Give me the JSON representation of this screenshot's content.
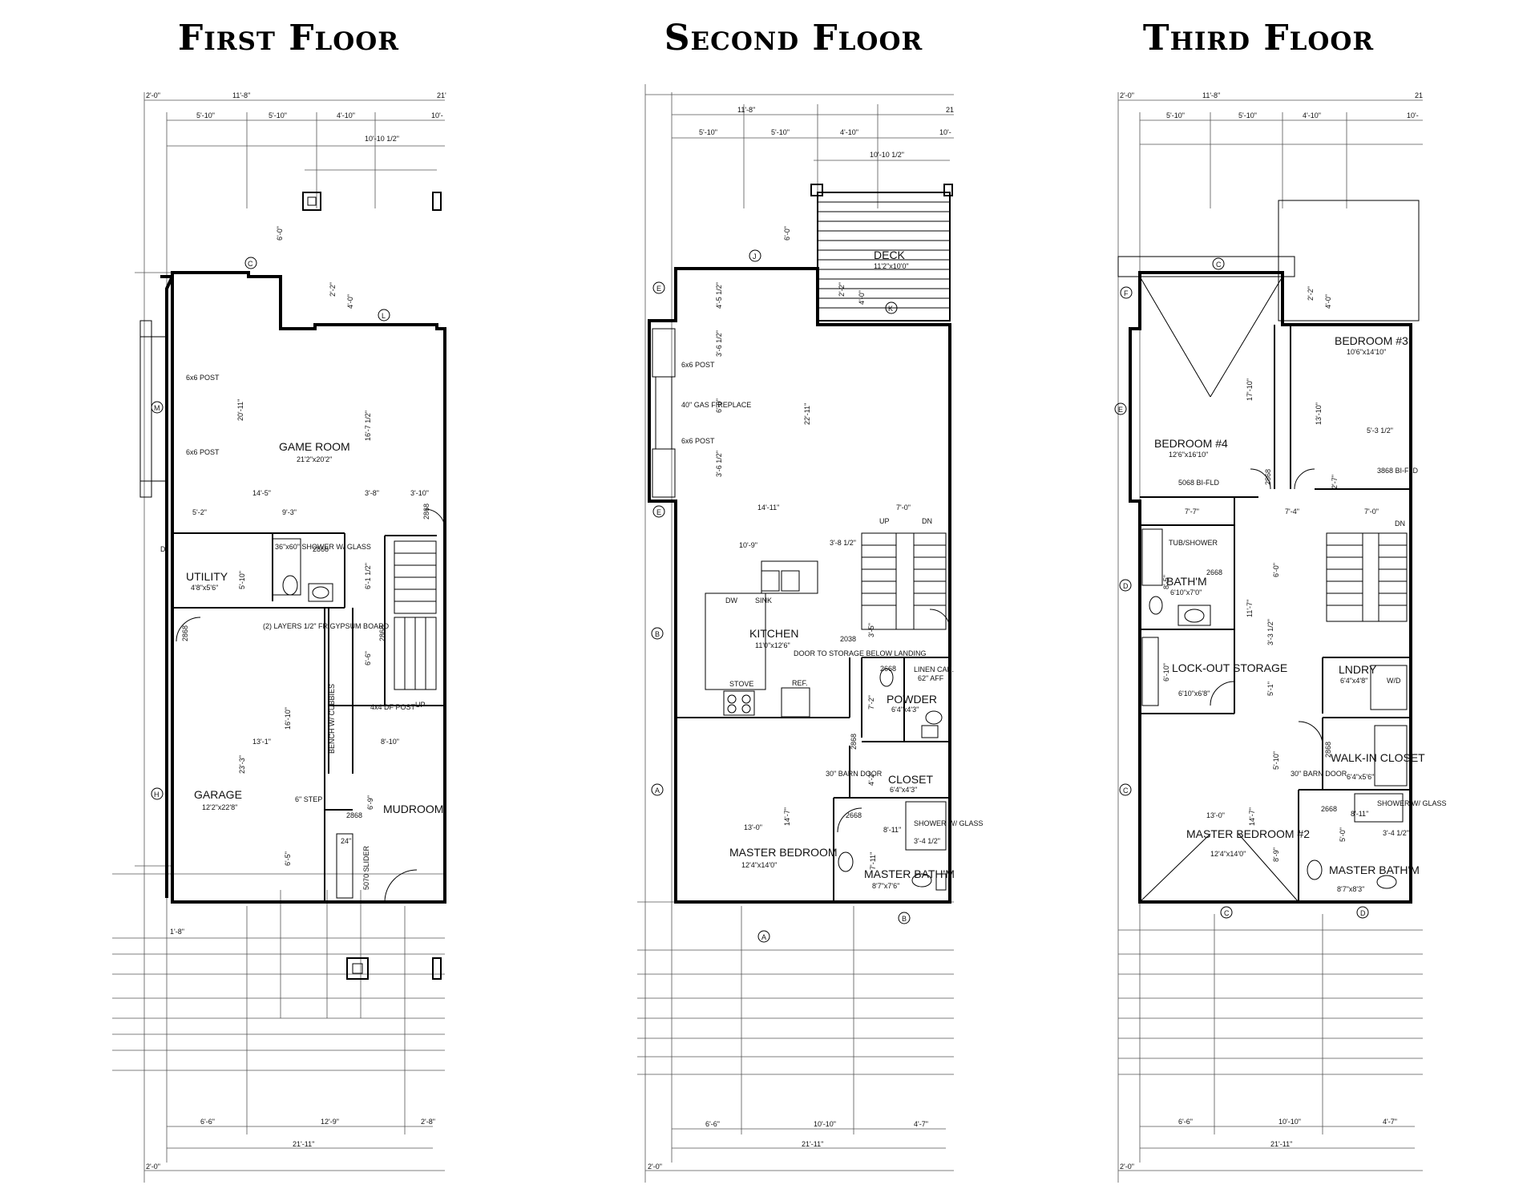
{
  "floors": [
    {
      "title": "First Floor",
      "rooms": [
        {
          "name": "GAME ROOM",
          "size": "21'2\"x20'2\""
        },
        {
          "name": "UTILITY",
          "size": "4'8\"x5'6\""
        },
        {
          "name": "GARAGE",
          "size": "12'2\"x22'8\""
        },
        {
          "name": "MUDROOM",
          "size": ""
        }
      ],
      "notes": [
        "6x6 POST",
        "6x6 POST",
        "(2) LAYERS 1/2\" FR GYPSUM BOARD",
        "6\" STEP",
        "4x4 DF POST",
        "UP",
        "BENCH W/ CUBBIES",
        "5070 SLIDER",
        "36\"x60\" SHOWER W/ GLASS",
        "2868",
        "2868",
        "2868",
        "2868",
        "2868",
        "24\""
      ],
      "dims": {
        "top_total": "21'",
        "top_a": "11'-8\"",
        "top_b": "5'-10\"",
        "top_c": "5'-10\"",
        "top_d": "4'-10\"",
        "top_e": "10'-",
        "top_f": "10'-10 1/2\"",
        "left": "2'-0\"",
        "porch": "6'-0\"",
        "bay_a": "2'-2\"",
        "bay_b": "4'-0\"",
        "game_h": "20'-11\"",
        "game_r": "16'-7 1/2\"",
        "mid_a": "14'-5\"",
        "mid_b": "3'-8\"",
        "mid_c": "3'-10\"",
        "mid_d": "5'-2\"",
        "mid_e": "9'-3\"",
        "util_w": "5'-10\"",
        "stair_a": "6'-1 1/2\"",
        "stair_b": "6'-6\"",
        "gar_h1": "16'-10\"",
        "gar_w": "13'-1\"",
        "mud_w": "8'-10\"",
        "gar_h2": "23'-3\"",
        "step": "6'-9\"",
        "gar_h3": "6'-5\"",
        "walk": "1'-8\"",
        "bot_a": "6'-6\"",
        "bot_b": "12'-9\"",
        "bot_c": "2'-8\"",
        "bot_total": "21'-11\"",
        "bot_left": "2'-0\""
      },
      "grid_tags": [
        "C",
        "L",
        "M",
        "H",
        "D"
      ]
    },
    {
      "title": "Second Floor",
      "rooms": [
        {
          "name": "DECK",
          "size": "11'2\"x10'0\""
        },
        {
          "name": "KITCHEN",
          "size": "11'0\"x12'6\""
        },
        {
          "name": "POWDER",
          "size": "6'4\"x4'3\""
        },
        {
          "name": "LINEN CAB.",
          "size": "62\" AFF"
        },
        {
          "name": "CLOSET",
          "size": "6'4\"x4'3\""
        },
        {
          "name": "MASTER BEDROOM",
          "size": "12'4\"x14'0\""
        },
        {
          "name": "MASTER BATH'M",
          "size": "8'7\"x7'6\""
        }
      ],
      "notes": [
        "6x6 POST",
        "6x6 POST",
        "40\" GAS FIREPLACE",
        "DW",
        "SINK",
        "STOVE",
        "REF.",
        "DOOR TO STORAGE BELOW LANDING",
        "2038",
        "2668",
        "2868",
        "2668",
        "30\" BARN DOOR",
        "SHOWER W/ GLASS",
        "UP",
        "DN"
      ],
      "dims": {
        "top_total": "21",
        "top_a": "11'-8\"",
        "top_b": "5'-10\"",
        "top_c": "5'-10\"",
        "top_d": "4'-10\"",
        "top_e": "10'-",
        "top_f": "10'-10 1/2\"",
        "deck_h": "6'-0\"",
        "bay_a": "2'-2\"",
        "bay_b": "4'-0\"",
        "win_a": "4'-5 1/2\"",
        "win_b": "3'-6 1/2\"",
        "win_c": "6'-0\"",
        "win_d": "3'-6 1/2\"",
        "liv_h": "22'-11\"",
        "mid_a": "14'-11\"",
        "mid_b": "7'-0\"",
        "kit_w": "10'-9\"",
        "kit_b": "3'-8 1/2\"",
        "stair": "3'-5\"",
        "pow_h": "7'-2\"",
        "clo_h": "4'-2\"",
        "mb_w": "13'-0\"",
        "mb_h": "14'-7\"",
        "bath_a": "8'-11\"",
        "bath_b": "3'-4 1/2\"",
        "bath_c": "7'-11\"",
        "bot_a": "6'-6\"",
        "bot_b": "10'-10\"",
        "bot_c": "4'-7\"",
        "bot_total": "21'-11\"",
        "bot_left": "2'-0\""
      },
      "grid_tags": [
        "J",
        "K",
        "E",
        "E",
        "B",
        "A",
        "A",
        "B"
      ]
    },
    {
      "title": "Third Floor",
      "rooms": [
        {
          "name": "BEDROOM #4",
          "size": "12'6\"x16'10\""
        },
        {
          "name": "BEDROOM #3",
          "size": "10'6\"x14'10\""
        },
        {
          "name": "TUB/SHOWER",
          "size": ""
        },
        {
          "name": "BATH'M",
          "size": "6'10\"x7'0\""
        },
        {
          "name": "LOCK-OUT STORAGE",
          "size": "6'10\"x6'8\""
        },
        {
          "name": "LNDRY",
          "size": "6'4\"x4'8\""
        },
        {
          "name": "WALK-IN CLOSET",
          "size": "6'4\"x5'6\""
        },
        {
          "name": "MASTER BEDROOM #2",
          "size": "12'4\"x14'0\""
        },
        {
          "name": "MASTER BATH'M",
          "size": "8'7\"x8'3\""
        }
      ],
      "notes": [
        "5068 BI-FLD",
        "3868 BI-FLD",
        "2668",
        "2668",
        "2868",
        "2868",
        "W/D",
        "30\" BARN DOOR",
        "SHOWER W/ GLASS",
        "DN"
      ],
      "dims": {
        "top_total": "21",
        "top_a": "11'-8\"",
        "top_b": "5'-10\"",
        "top_c": "5'-10\"",
        "top_d": "4'-10\"",
        "top_e": "10'-",
        "left": "2'-0\"",
        "bay_a": "2'-2\"",
        "bay_b": "4'-0\"",
        "b4_h": "17'-10\"",
        "b3_h": "13'-10\"",
        "b3_b": "5'-3 1/2\"",
        "b3_c": "2'-7\"",
        "mid_a": "7'-7\"",
        "mid_b": "7'-4\"",
        "mid_c": "7'-0\"",
        "bath_h": "8'-5\"",
        "hall": "6'-0\"",
        "lock_h": "6'-10\"",
        "lock_b": "11'-7\"",
        "lock_c": "3'-3 1/2\"",
        "lock_d": "5'-1\"",
        "mb_w": "13'-0\"",
        "mb_h": "14'-7\"",
        "mb_b": "5'-10\"",
        "mb_c": "8'-9\"",
        "bath_a": "8'-11\"",
        "bath_b": "3'-4 1/2\"",
        "bath_c": "5'-0\"",
        "bot_a": "6'-6\"",
        "bot_b": "10'-10\"",
        "bot_c": "4'-7\"",
        "bot_total": "21'-11\"",
        "bot_left": "2'-0\""
      },
      "grid_tags": [
        "C",
        "F",
        "E",
        "D",
        "C",
        "C",
        "D"
      ]
    }
  ],
  "colors": {
    "ink": "#000000",
    "paper": "#ffffff"
  }
}
